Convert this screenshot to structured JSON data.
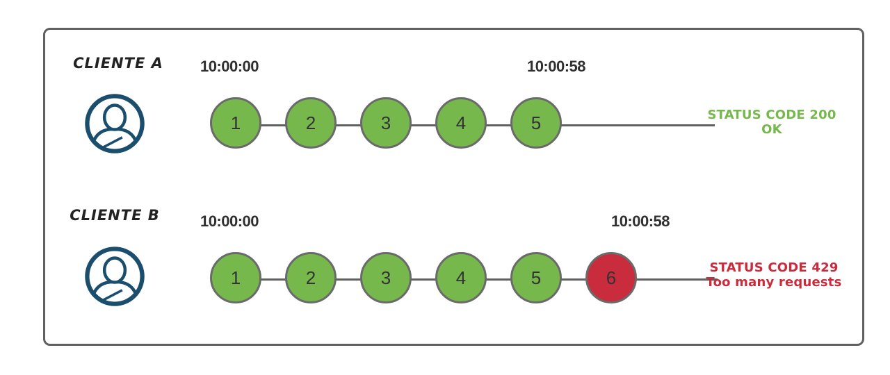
{
  "colors": {
    "success_green": "#77b84d",
    "error_red": "#c92c3c",
    "circle_border": "#6a6a6a",
    "line_gray": "#5f5f5f",
    "box_border": "#606060",
    "text_dark": "#2f2f2f",
    "avatar_navy": "#1b4d6d"
  },
  "rows": [
    {
      "client_label": "CLIENTE A",
      "start_time": "10:00:00",
      "end_time": "10:00:58",
      "requests": [
        {
          "label": "1",
          "status": "success"
        },
        {
          "label": "2",
          "status": "success"
        },
        {
          "label": "3",
          "status": "success"
        },
        {
          "label": "4",
          "status": "success"
        },
        {
          "label": "5",
          "status": "success"
        }
      ],
      "status_code_line": "STATUS CODE 200",
      "status_message": "OK",
      "status_type": "success"
    },
    {
      "client_label": "CLIENTE B",
      "start_time": "10:00:00",
      "end_time": "10:00:58",
      "requests": [
        {
          "label": "1",
          "status": "success"
        },
        {
          "label": "2",
          "status": "success"
        },
        {
          "label": "3",
          "status": "success"
        },
        {
          "label": "4",
          "status": "success"
        },
        {
          "label": "5",
          "status": "success"
        },
        {
          "label": "6",
          "status": "limited"
        }
      ],
      "status_code_line": "STATUS CODE 429",
      "status_message": "Too many requests",
      "status_type": "error"
    }
  ]
}
